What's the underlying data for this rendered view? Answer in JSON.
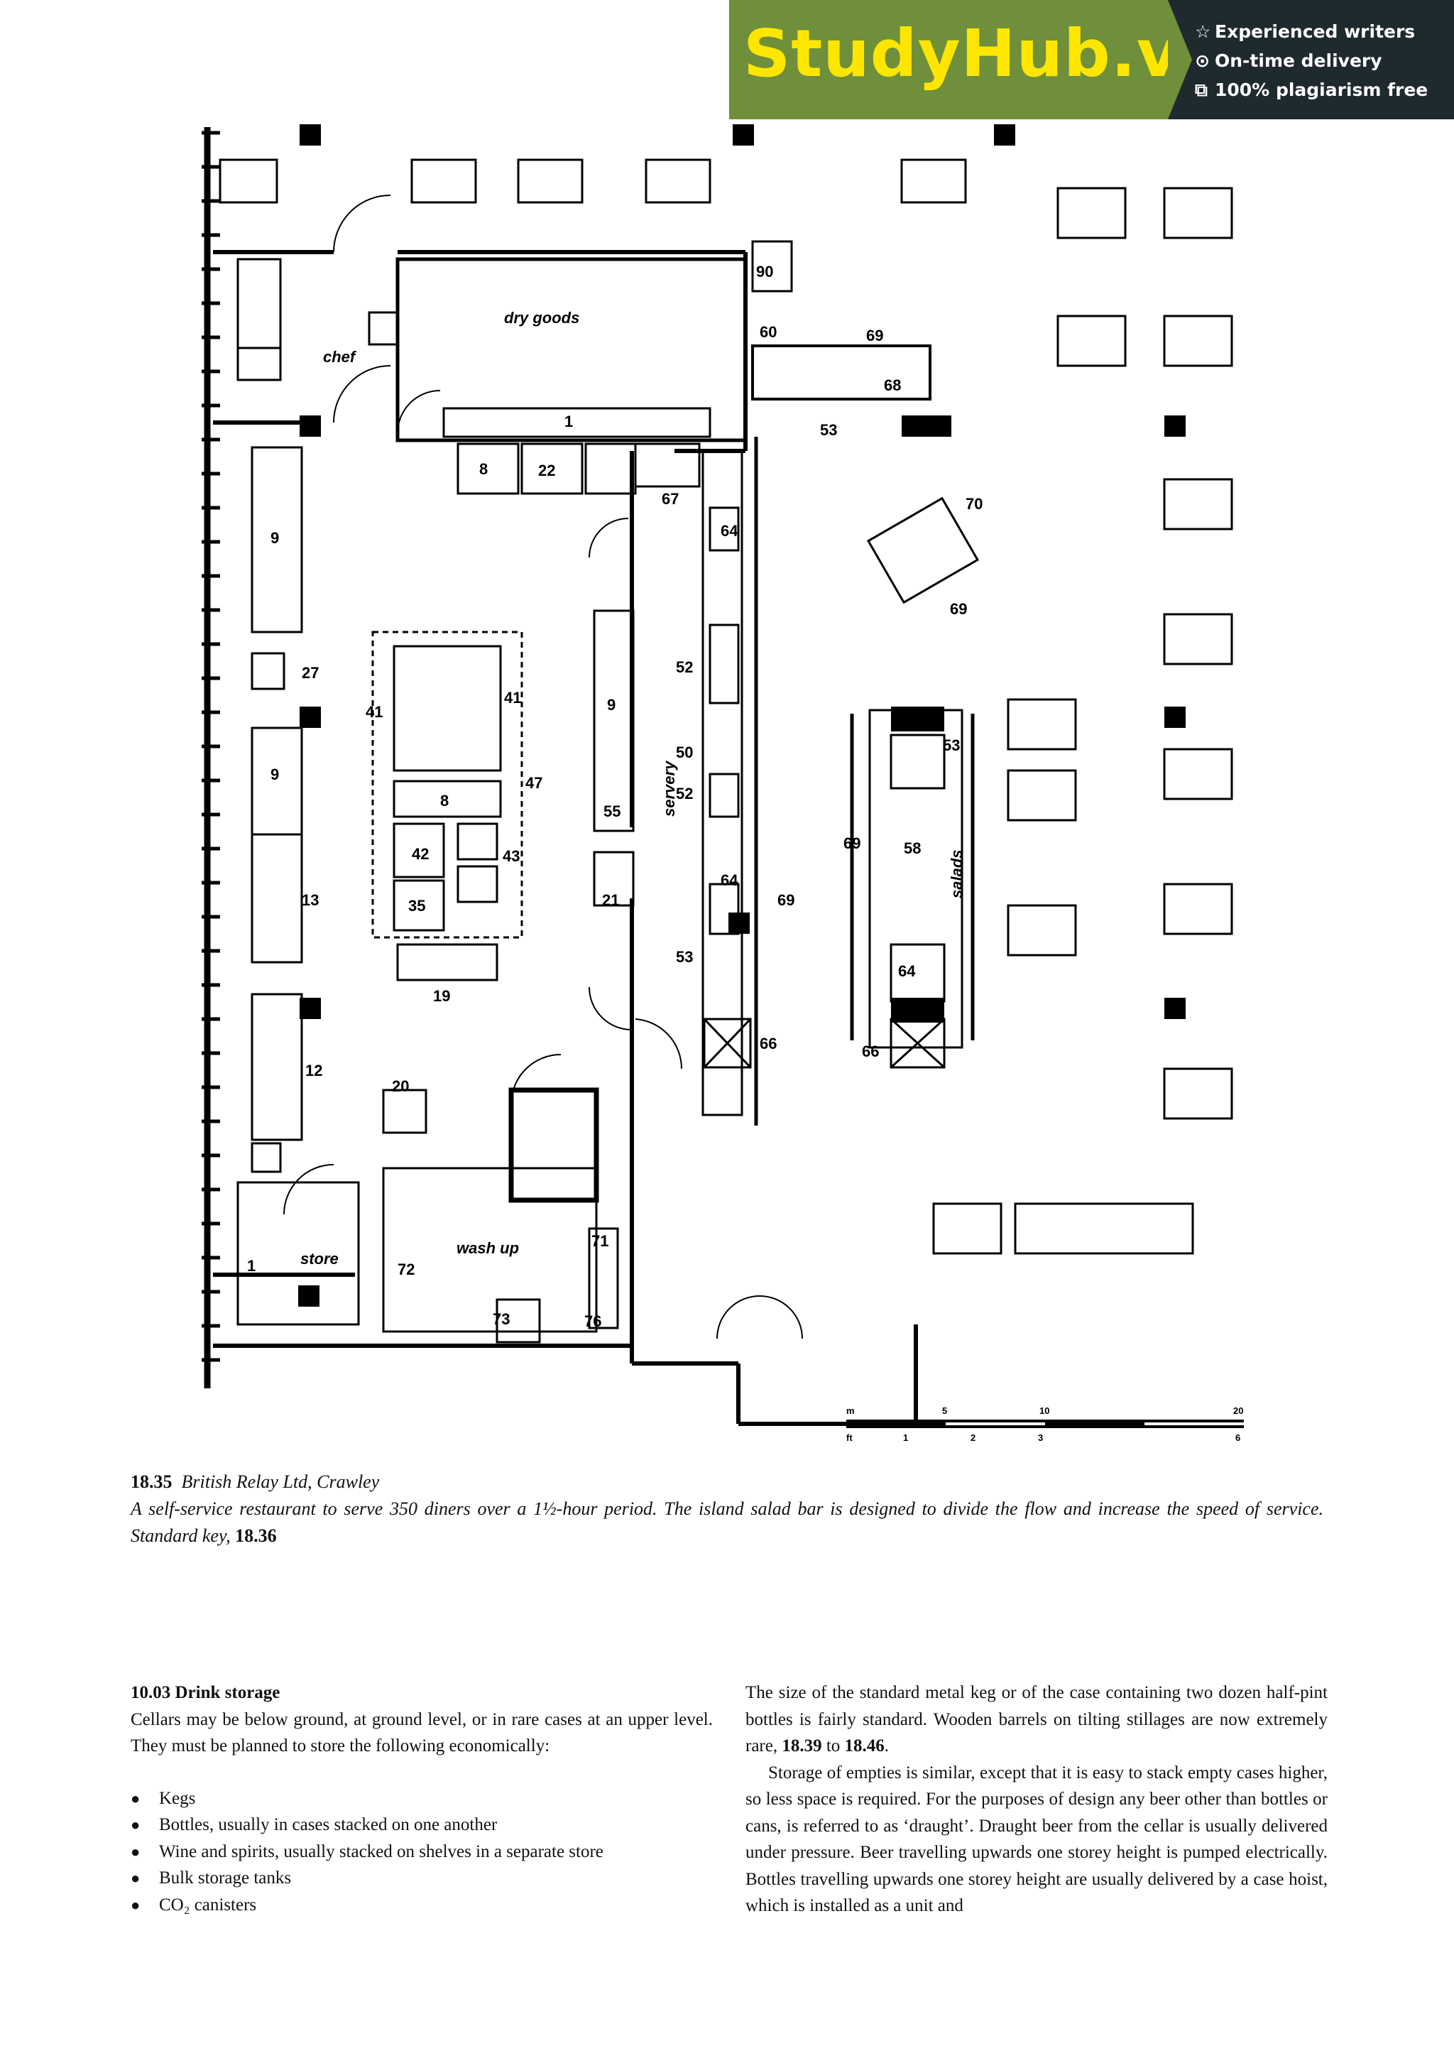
{
  "banner": {
    "brand": "StudyHub.vip",
    "features": [
      {
        "icon": "star-icon",
        "glyph": "☆",
        "label": "Experienced writers"
      },
      {
        "icon": "clock-icon",
        "glyph": "⊙",
        "label": "On-time delivery"
      },
      {
        "icon": "copy-icon",
        "glyph": "⧉",
        "label": "100% plagiarism free"
      }
    ]
  },
  "plan_labels": {
    "dry_goods": "dry goods",
    "chef": "chef",
    "servery": "servery",
    "salads": "salads",
    "store": "store",
    "wash_up": "wash up",
    "n1": "1",
    "n1b": "1",
    "n8": "8",
    "n8b": "8",
    "n22": "22",
    "n67": "67",
    "n9": "9",
    "n9b": "9",
    "n9c": "9",
    "n27": "27",
    "n13": "13",
    "n12": "12",
    "n20": "20",
    "n41": "41",
    "n41b": "41",
    "n47": "47",
    "n42": "42",
    "n43": "43",
    "n35": "35",
    "n19": "19",
    "n55": "55",
    "n21": "21",
    "n90": "90",
    "n60": "60",
    "n69": "69",
    "n69b": "69",
    "n69c": "69",
    "n69d": "69",
    "n68": "68",
    "n53": "53",
    "n53b": "53",
    "n53c": "53",
    "n64": "64",
    "n64b": "64",
    "n64c": "64",
    "n52": "52",
    "n52b": "52",
    "n50": "50",
    "n66": "66",
    "n66b": "66",
    "n70": "70",
    "n58": "58",
    "n72": "72",
    "n71": "71",
    "n73": "73",
    "n76": "76"
  },
  "scale": {
    "m_label": "m",
    "ft_label": "ft",
    "m_ticks": [
      "5",
      "10",
      "20"
    ],
    "ft_ticks": [
      "1",
      "2",
      "3",
      "6"
    ]
  },
  "caption": {
    "fig_number": "18.35",
    "title": "British Relay Ltd, Crawley",
    "description": "A self-service restaurant to serve 350 diners over a 1½-hour period. The island salad bar is designed to divide the flow and increase the speed of service. Standard key,",
    "key_ref": "18.36"
  },
  "section": {
    "heading": "10.03  Drink storage",
    "intro": "Cellars may be below ground, at ground level, or in rare cases at an upper level. They must be planned to store the following economically:",
    "items": [
      "Kegs",
      "Bottles, usually in cases stacked on one another",
      "Wine and spirits, usually stacked on shelves in a separate store",
      "Bulk storage tanks",
      "CO₂ canisters"
    ],
    "para1_a": "The size of the standard metal keg or of the case containing two dozen half-pint bottles is fairly standard. Wooden barrels on tilting stillages are now extremely rare,",
    "para1_ref1": "18.39",
    "para1_to": "to",
    "para1_ref2": "18.46",
    "para1_end": ".",
    "para2": "Storage of empties is similar, except that it is easy to stack empty cases higher, so less space is required. For the purposes of design any beer other than bottles or cans, is referred to as ‘draught’. Draught beer from the cellar is usually delivered under pressure. Beer travelling upwards one storey height is pumped electrically. Bottles travelling upwards one storey height are usually delivered by a case hoist, which is installed as a unit and"
  }
}
